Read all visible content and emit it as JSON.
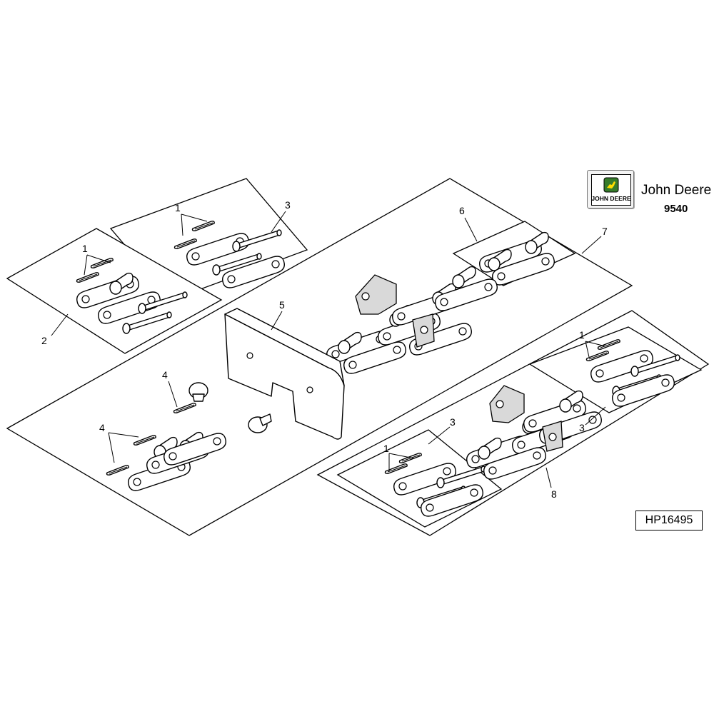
{
  "brand": {
    "name": "John Deere",
    "logo_text": "JOHN DEERE",
    "logo_icon": "deer-icon",
    "model": "9540",
    "logo_colors": {
      "green": "#367c2b",
      "yellow": "#ffde00"
    }
  },
  "figure_ref": "HP16495",
  "callouts": {
    "c1a": "1",
    "c1b": "1",
    "c1c": "1",
    "c1d": "1",
    "c2": "2",
    "c3a": "3",
    "c3b": "3",
    "c3c": "3",
    "c4a": "4",
    "c4b": "4",
    "c5": "5",
    "c6": "6",
    "c7": "7",
    "c8": "8"
  }
}
